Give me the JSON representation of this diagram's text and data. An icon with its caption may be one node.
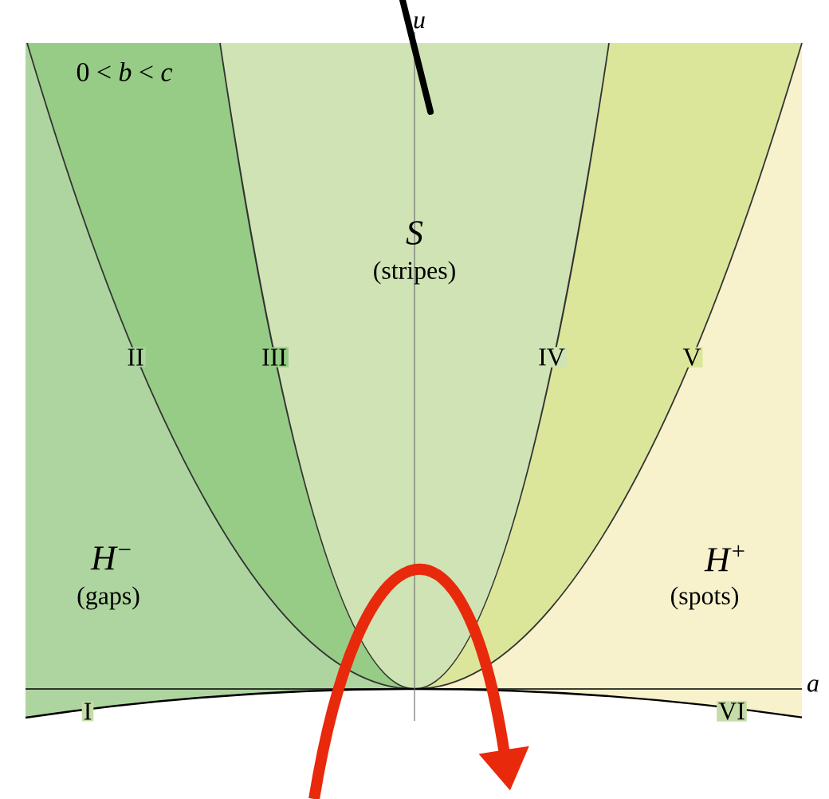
{
  "diagram": {
    "labels": [
      "0 < *b* < *c*",
      "S",
      "(stripes)",
      "II",
      "III",
      "IV",
      "V",
      "*H*$^{−}$",
      "(gaps)",
      "*H*$^{+}$",
      "(spots)",
      "I",
      "VI",
      "u",
      "a"
    ]
  }
}
